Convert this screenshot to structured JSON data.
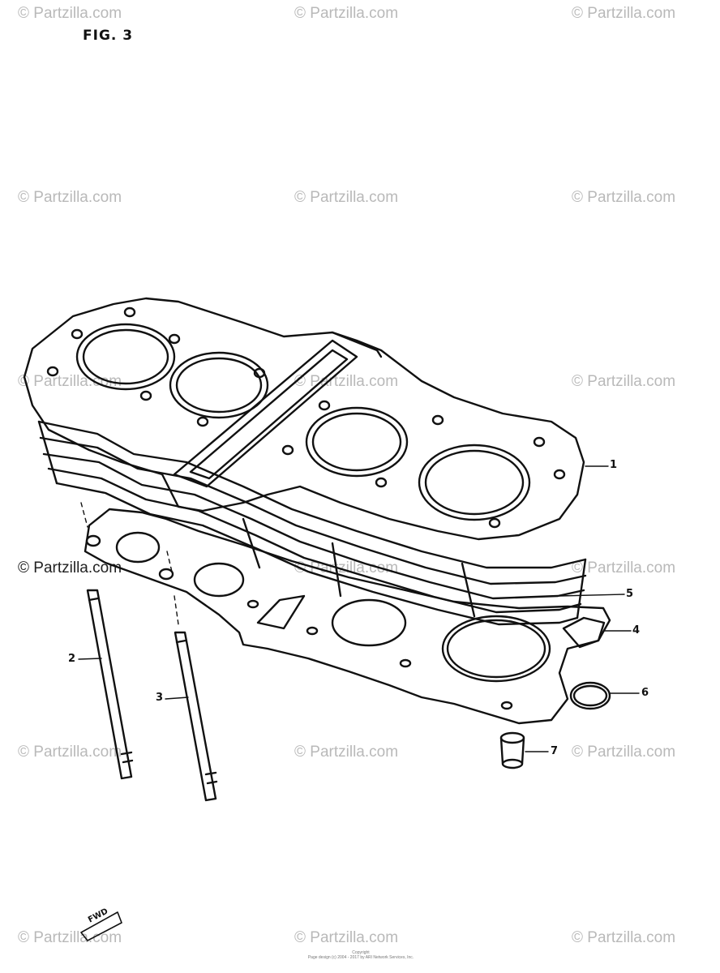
{
  "figure": {
    "title": "FIG. 3"
  },
  "watermark": {
    "text": "© Partzilla.com",
    "color": "#b9b9b9"
  },
  "callouts": [
    "1",
    "2",
    "3",
    "4",
    "5",
    "6",
    "7"
  ],
  "fwd_label": "FWD",
  "copyright": {
    "line1": "Copyright",
    "line2": "Page design (c) 2004 - 2017 by ARI Network Services, Inc."
  }
}
